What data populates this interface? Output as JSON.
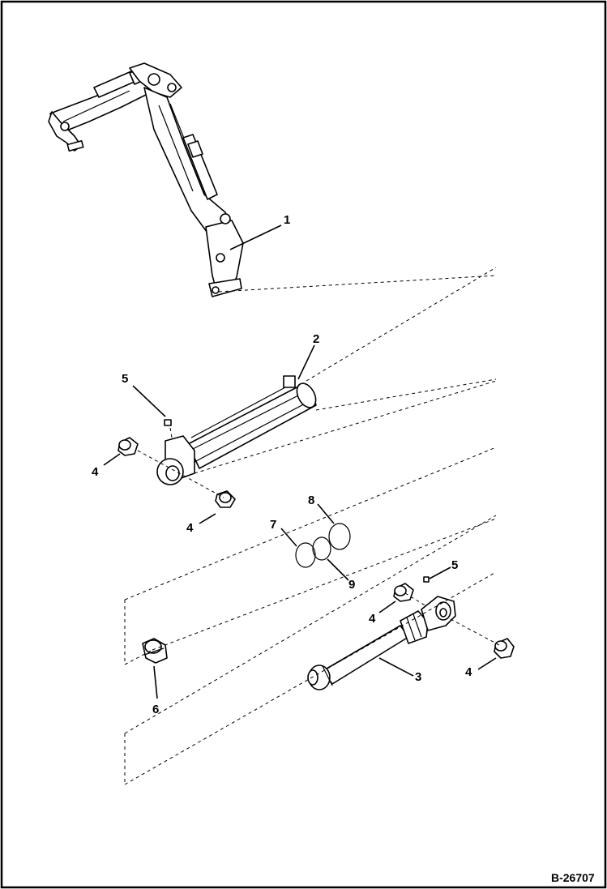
{
  "diagram": {
    "drawing_number": "B-26707",
    "callouts": [
      {
        "id": "c1",
        "label": "1"
      },
      {
        "id": "c2",
        "label": "2"
      },
      {
        "id": "c5a",
        "label": "5"
      },
      {
        "id": "c4a",
        "label": "4"
      },
      {
        "id": "c4b",
        "label": "4"
      },
      {
        "id": "c8",
        "label": "8"
      },
      {
        "id": "c7",
        "label": "7"
      },
      {
        "id": "c9",
        "label": "9"
      },
      {
        "id": "c5b",
        "label": "5"
      },
      {
        "id": "c4c",
        "label": "4"
      },
      {
        "id": "c3",
        "label": "3"
      },
      {
        "id": "c4d",
        "label": "4"
      },
      {
        "id": "c6",
        "label": "6"
      }
    ]
  }
}
